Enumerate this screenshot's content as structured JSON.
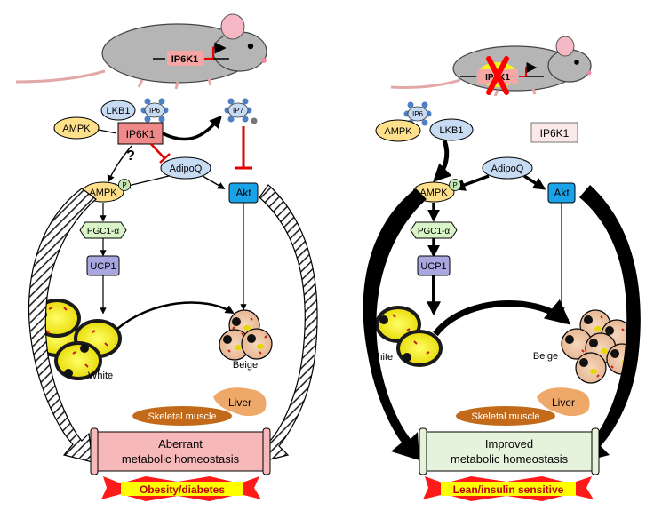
{
  "left": {
    "mouse_gene": "IP6K1",
    "lkb1": "LKB1",
    "ip6": "IP6",
    "ip7": "IP7",
    "ampk": "AMPK",
    "ip6k1": "IP6K1",
    "question": "?",
    "adipoq": "AdipoQ",
    "ampk_p": "AMPK",
    "p_badge": "P",
    "akt": "Akt",
    "pgc1a": "PGC1-α",
    "ucp1": "UCP1",
    "white": "White",
    "beige": "Beige",
    "liver": "Liver",
    "skeletal_muscle": "Skeletal muscle",
    "scroll_line1": "Aberrant",
    "scroll_line2": "metabolic homeostasis",
    "outcome": "Obesity/diabetes"
  },
  "right": {
    "mouse_gene": "IP6K1",
    "ip6": "IP6",
    "lkb1": "LKB1",
    "ampk": "AMPK",
    "ip6k1": "IP6K1",
    "adipoq": "AdipoQ",
    "ampk_p": "AMPK",
    "p_badge": "P",
    "akt": "Akt",
    "pgc1a": "PGC1-α",
    "ucp1": "UCP1",
    "white": "White",
    "beige": "Beige",
    "liver": "Liver",
    "skeletal_muscle": "Skeletal muscle",
    "scroll_line1": "Improved",
    "scroll_line2": "metabolic homeostasis",
    "outcome": "Lean/insulin sensitive"
  },
  "colors": {
    "ampk_fill": "#ffe08a",
    "lkb1_fill": "#c7dbf3",
    "ip6k1_fill": "#f08a8a",
    "akt_fill": "#1aa3e8",
    "pgc_fill": "#d9f5c8",
    "ucp_fill": "#a9a6e0",
    "white_fat": "#ffff00",
    "beige_fat": "#f2c9a8",
    "skeletal": "#c26a1a",
    "liver": "#eea96a",
    "scroll_left": "#f6b8b8",
    "scroll_right": "#e6f3dc",
    "burst_red": "#ff1a1a",
    "burst_yellow": "#ffff00",
    "inhibit_red": "#e00000"
  }
}
